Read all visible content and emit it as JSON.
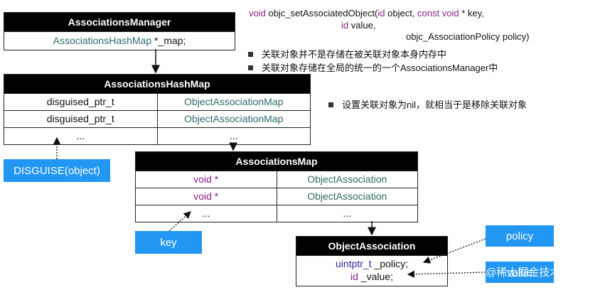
{
  "code_block": {
    "line1_kw": "void",
    "line1_fn": " objc_setAssociatedObject(",
    "line1_id": "id",
    "line1_mid": " object, ",
    "line1_const": "const",
    "line1_sp": " ",
    "line1_void": "void",
    "line1_end": " * key,",
    "line2_id": "id",
    "line2_end": " value,",
    "line3": "objc_AssociationPolicy policy)"
  },
  "notes": [
    "关联对象并不是存储在被关联对象本身内存中",
    "关联对象存储在全局的统一的一个AssociationsManager中",
    "设置关联对象为nil，就相当于是移除关联对象"
  ],
  "associations_manager": {
    "title": "AssociationsManager",
    "field_type": "AssociationsHashMap",
    "field_rest": " *_map;"
  },
  "associations_hashmap": {
    "title": "AssociationsHashMap",
    "rows": [
      {
        "key": "disguised_ptr_t",
        "value": "ObjectAssociationMap"
      },
      {
        "key": "disguised_ptr_t",
        "value": "ObjectAssociationMap"
      },
      {
        "key": "...",
        "value": "..."
      }
    ]
  },
  "associations_map": {
    "title": "AssociationsMap",
    "rows": [
      {
        "key": "void *",
        "value": "ObjectAssociation"
      },
      {
        "key": "void *",
        "value": "ObjectAssociation"
      },
      {
        "key": "...",
        "value": "..."
      }
    ]
  },
  "object_association": {
    "title": "ObjectAssociation",
    "line1_type": "uintptr_t",
    "line1_rest": " _policy;",
    "line2_type": "id",
    "line2_rest": " _value;"
  },
  "labels": {
    "disguise": "DISGUISE(object)",
    "key": "key",
    "policy": "policy",
    "value": "value"
  },
  "watermark": "@稀土掘金技术社区",
  "colors": {
    "header_bg": "#000000",
    "label_bg": "#2196f3",
    "teal_text": "#2e6a6a",
    "purple_text": "#8b1f8b",
    "navy_text": "#2d2da0"
  }
}
